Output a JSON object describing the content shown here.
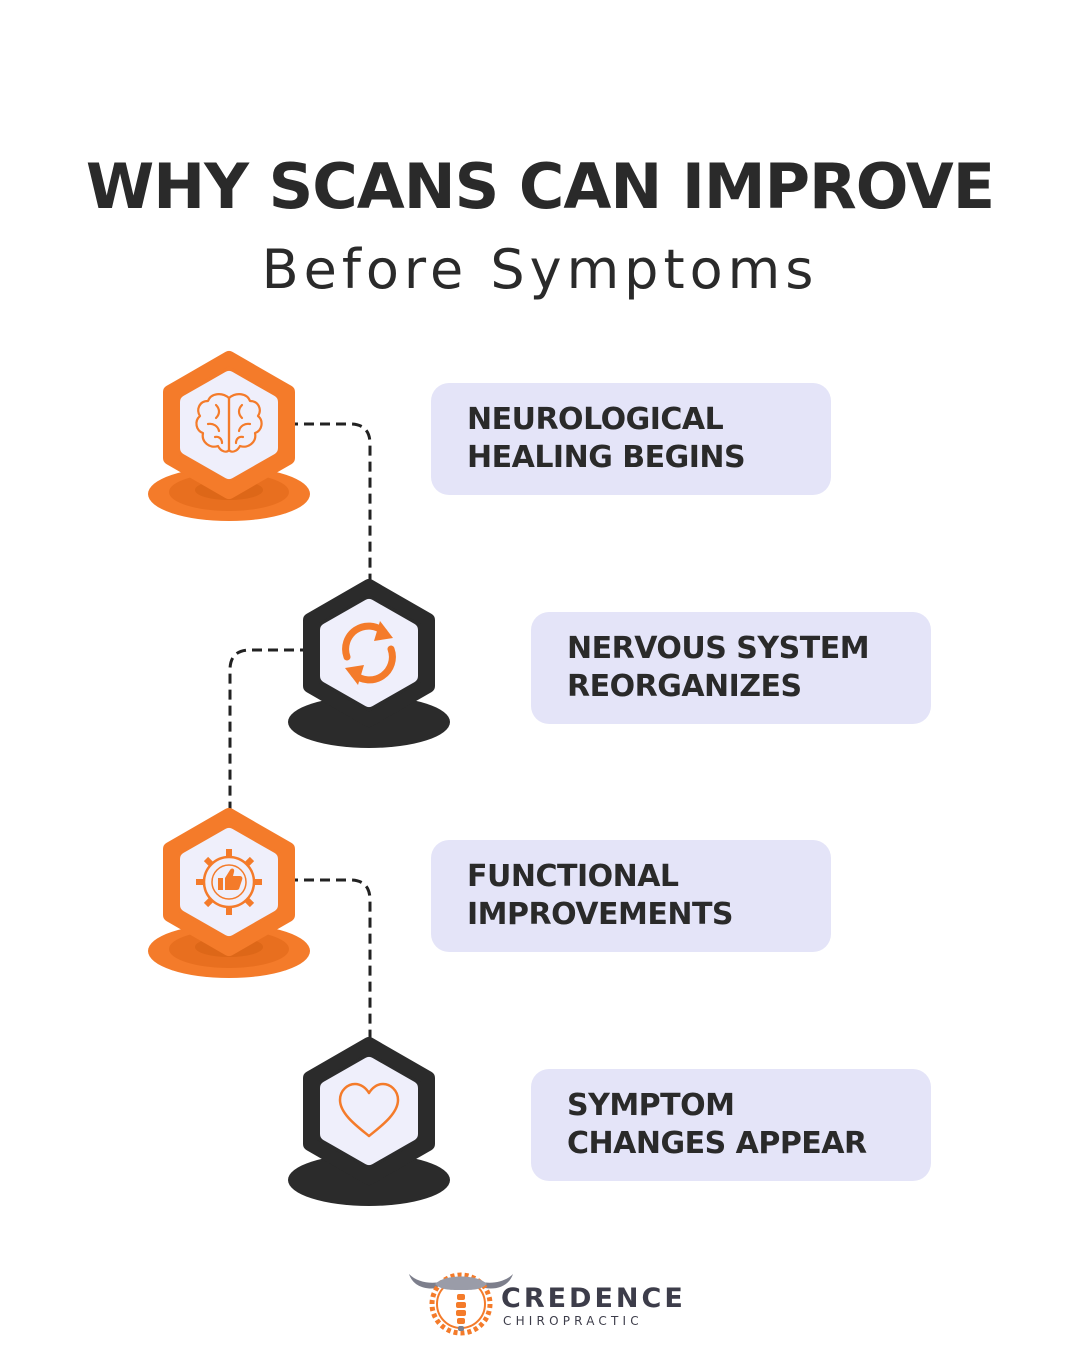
{
  "header": {
    "title": "WHY SCANS CAN IMPROVE",
    "subtitle": "Before Symptoms"
  },
  "steps": [
    {
      "label_line1": "NEUROLOGICAL",
      "label_line2": "HEALING BEGINS",
      "icon": "brain-icon",
      "accent": "#f47b2a"
    },
    {
      "label_line1": "NERVOUS SYSTEM",
      "label_line2": "REORGANIZES",
      "icon": "refresh-arrows-icon",
      "accent": "#2b2b2b"
    },
    {
      "label_line1": "FUNCTIONAL",
      "label_line2": "IMPROVEMENTS",
      "icon": "gear-thumbs-up-icon",
      "accent": "#f47b2a"
    },
    {
      "label_line1": "SYMPTOM",
      "label_line2": "CHANGES APPEAR",
      "icon": "heart-icon",
      "accent": "#2b2b2b"
    }
  ],
  "logo": {
    "name": "CREDENCE",
    "tagline": "CHIROPRACTIC"
  },
  "colors": {
    "orange": "#f47b2a",
    "dark": "#2b2b2b",
    "card_bg": "#e4e4f8",
    "icon_bg": "#efeffb"
  }
}
